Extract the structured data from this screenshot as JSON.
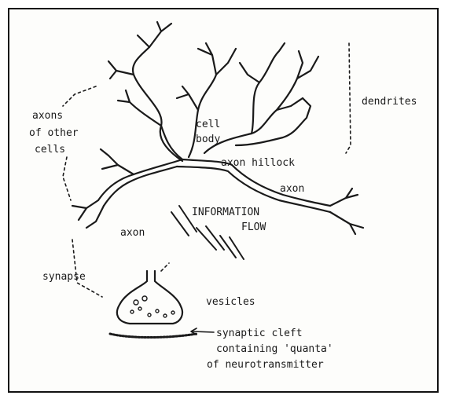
{
  "labels": {
    "cell_body_line1": "cell",
    "cell_body_line2": "body",
    "dendrites": "dendrites",
    "axons_other_cells_line1": "axons",
    "axons_other_cells_line2": "of other",
    "axons_other_cells_line3": "cells",
    "axon_hillock": "axon hillock",
    "axon_right": "axon",
    "information_flow_line1": "INFORMATION",
    "information_flow_line2": "FLOW",
    "axon_lower": "axon",
    "synapse": "synapse",
    "vesicles": "vesicles",
    "synaptic_cleft_line1": "synaptic cleft",
    "synaptic_cleft_line2": "containing 'quanta'",
    "synaptic_cleft_line3": "of neurotransmitter"
  },
  "colors": {
    "ink": "#1a1a1a",
    "paper": "#fdfdfb",
    "border": "#111111"
  }
}
